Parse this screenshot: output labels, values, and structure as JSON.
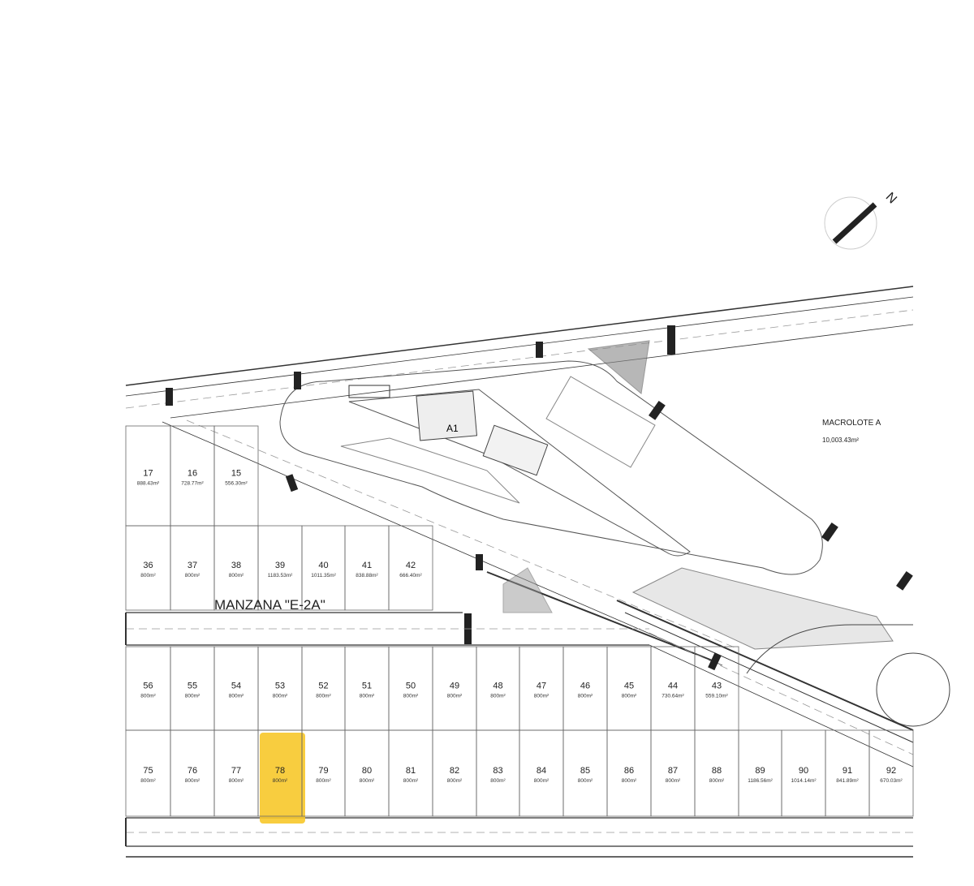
{
  "plan": {
    "block_label": "MANZANA \"E-2A\"",
    "macrolot": {
      "name": "MACROLOTE A",
      "area": "10,003.43m²"
    },
    "building_label": "A1",
    "north_label": "N",
    "highlight_color": "#f7c82a",
    "highlighted_lot": "78"
  },
  "lots": {
    "top_row": [
      {
        "number": "17",
        "area": "888.43m²"
      },
      {
        "number": "16",
        "area": "728.77m²"
      },
      {
        "number": "15",
        "area": "556.30m²"
      }
    ],
    "second_row": [
      {
        "number": "36",
        "area": "800m²"
      },
      {
        "number": "37",
        "area": "800m²"
      },
      {
        "number": "38",
        "area": "800m²"
      },
      {
        "number": "39",
        "area": "1183.53m²"
      },
      {
        "number": "40",
        "area": "1011.35m²"
      },
      {
        "number": "41",
        "area": "838.88m²"
      },
      {
        "number": "42",
        "area": "666.40m²"
      }
    ],
    "third_row": [
      {
        "number": "56",
        "area": "800m²"
      },
      {
        "number": "55",
        "area": "800m²"
      },
      {
        "number": "54",
        "area": "800m²"
      },
      {
        "number": "53",
        "area": "800m²"
      },
      {
        "number": "52",
        "area": "800m²"
      },
      {
        "number": "51",
        "area": "800m²"
      },
      {
        "number": "50",
        "area": "800m²"
      },
      {
        "number": "49",
        "area": "800m²"
      },
      {
        "number": "48",
        "area": "800m²"
      },
      {
        "number": "47",
        "area": "800m²"
      },
      {
        "number": "46",
        "area": "800m²"
      },
      {
        "number": "45",
        "area": "800m²"
      },
      {
        "number": "44",
        "area": "730.64m²"
      },
      {
        "number": "43",
        "area": "559.10m²"
      }
    ],
    "bottom_row": [
      {
        "number": "75",
        "area": "800m²"
      },
      {
        "number": "76",
        "area": "800m²"
      },
      {
        "number": "77",
        "area": "800m²"
      },
      {
        "number": "78",
        "area": "800m²"
      },
      {
        "number": "79",
        "area": "800m²"
      },
      {
        "number": "80",
        "area": "800m²"
      },
      {
        "number": "81",
        "area": "800m²"
      },
      {
        "number": "82",
        "area": "800m²"
      },
      {
        "number": "83",
        "area": "800m²"
      },
      {
        "number": "84",
        "area": "800m²"
      },
      {
        "number": "85",
        "area": "800m²"
      },
      {
        "number": "86",
        "area": "800m²"
      },
      {
        "number": "87",
        "area": "800m²"
      },
      {
        "number": "88",
        "area": "800m²"
      },
      {
        "number": "89",
        "area": "1186.56m²"
      },
      {
        "number": "90",
        "area": "1014.14m²"
      },
      {
        "number": "91",
        "area": "841.89m²"
      },
      {
        "number": "92",
        "area": "670.03m²"
      }
    ]
  }
}
